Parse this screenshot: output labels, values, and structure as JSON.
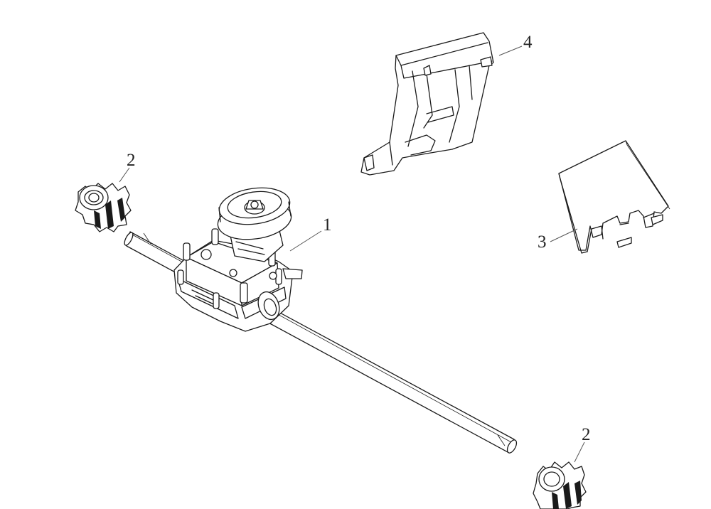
{
  "callouts": [
    {
      "id": "gearbox",
      "label": "1"
    },
    {
      "id": "pinion-left",
      "label": "2"
    },
    {
      "id": "pinion-right",
      "label": "2"
    },
    {
      "id": "cover-plate",
      "label": "3"
    },
    {
      "id": "bracket",
      "label": "4"
    }
  ],
  "colors": {
    "line": "#1a1a1a",
    "background": "#ffffff",
    "leader": "#555555"
  }
}
